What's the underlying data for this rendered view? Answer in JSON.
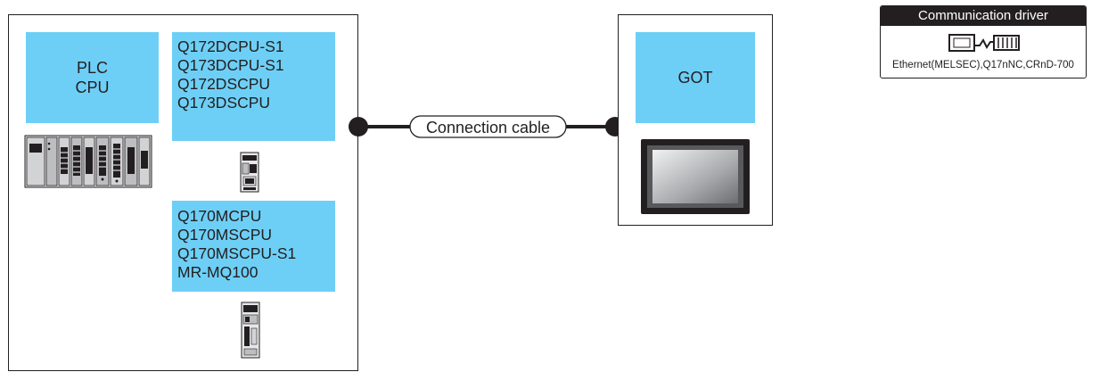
{
  "left_group": {
    "plc_cpu_label": [
      "PLC",
      "CPU"
    ],
    "motion_cpu_models_1": [
      "Q172DCPU-S1",
      "Q173DCPU-S1",
      "Q172DSCPU",
      "Q173DSCPU"
    ],
    "motion_cpu_models_2": [
      "Q170MCPU",
      "Q170MSCPU",
      "Q170MSCPU-S1",
      "MR-MQ100"
    ]
  },
  "connection": {
    "label": "Connection cable"
  },
  "got": {
    "label": "GOT"
  },
  "driver": {
    "title": "Communication driver",
    "text": "Ethernet(MELSEC),Q17nNC,CRnD-700"
  },
  "colors": {
    "accent": "#6ecff6",
    "line": "#231f20"
  }
}
